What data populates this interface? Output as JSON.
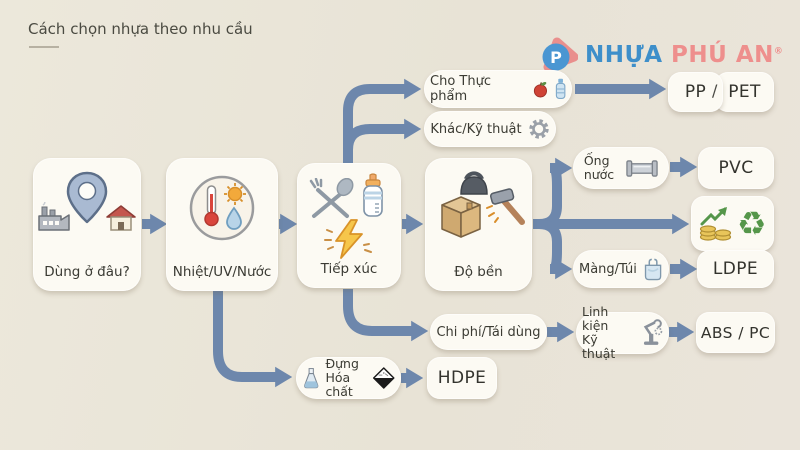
{
  "title": "Cách chọn nhựa theo nhu cầu",
  "brand": {
    "monogram": "P",
    "name_blue": "NHỰA",
    "name_salmon": "PHÚ AN",
    "registered_mark": "®",
    "color_blue": "#3e8fca",
    "color_salmon": "#ee8f8d"
  },
  "flow": {
    "nodes": {
      "where": {
        "label": "Dùng ở đâu?",
        "icons": [
          "factory-icon",
          "location-pin-icon",
          "house-icon"
        ]
      },
      "exposure": {
        "label": "Nhiệt/UV/Nước",
        "icons": [
          "thermometer-icon",
          "sun-icon",
          "water-drop-icon"
        ]
      },
      "contact": {
        "label": "Tiếp xúc",
        "icons": [
          "cutlery-icon",
          "baby-bottle-icon",
          "lightning-icon"
        ]
      },
      "durability": {
        "label": "Độ bền",
        "icons": [
          "kettlebell-icon",
          "cardboard-box-icon",
          "hammer-icon"
        ]
      }
    },
    "branches": {
      "food": {
        "label": "Cho Thực phẩm",
        "icons": [
          "apple-icon",
          "bottle-icon"
        ]
      },
      "other_technical": {
        "label": "Khác/Kỹ thuật",
        "icons": [
          "gear-icon"
        ]
      },
      "water_pipe": {
        "line1": "Ống",
        "line2": "nước",
        "icons": [
          "pipe-icon"
        ]
      },
      "film_bag": {
        "label": "Màng/Túi",
        "icons": [
          "plastic-bag-icon"
        ]
      },
      "cost_reuse": {
        "label": "Chi phí/Tái dùng"
      },
      "technical_parts": {
        "line1": "Linh kiện",
        "line2": "Kỹ thuật",
        "icons": [
          "robot-arm-icon"
        ]
      },
      "chemical_storage": {
        "line1": "Đựng",
        "line2": "Hóa chất",
        "icons": [
          "flask-icon",
          "hazard-diamond-icon"
        ]
      }
    },
    "results": {
      "pp": "PP",
      "pet": "PET",
      "pp_pet_separator": "/",
      "pvc": "PVC",
      "ldpe": "LDPE",
      "abs_pc": "ABS / PC",
      "hdpe": "HDPE"
    },
    "symbols": {
      "recycle": "♻"
    }
  },
  "colors": {
    "background": "#e9e5d9",
    "card": "#fcfaf3",
    "arrow": "#6d87ac",
    "text": "#3b3b33"
  }
}
